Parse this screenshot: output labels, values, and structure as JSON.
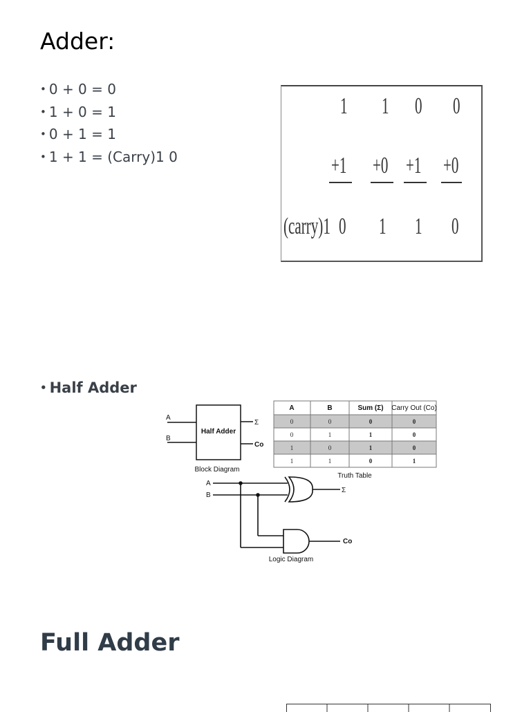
{
  "title": "Adder:",
  "bullets": [
    "0 + 0 = 0",
    "1 + 0 = 1",
    "0 + 1 = 1",
    "1 + 1 = (Carry)1 0"
  ],
  "bullet_symbol": "•",
  "addition_example": {
    "row1": [
      "1",
      "1",
      "0",
      "0"
    ],
    "row2": [
      "+1",
      "+0",
      "+1",
      "+0"
    ],
    "carry_label": "(carry)1",
    "row3": [
      "0",
      "1",
      "1",
      "0"
    ]
  },
  "half_adder": {
    "bullet": "Half Adder",
    "block": {
      "box_label": "Half Adder",
      "input_a": "A",
      "input_b": "B",
      "output_sum": "Σ",
      "output_carry": "Co",
      "caption": "Block Diagram"
    },
    "truth_table": {
      "headers": [
        "A",
        "B",
        "Sum (Σ)",
        "Carry Out (Co)"
      ],
      "rows": [
        [
          "0",
          "0",
          "0",
          "0"
        ],
        [
          "0",
          "1",
          "1",
          "0"
        ],
        [
          "1",
          "0",
          "1",
          "0"
        ],
        [
          "1",
          "1",
          "0",
          "1"
        ]
      ],
      "caption": "Truth Table"
    },
    "logic": {
      "input_a": "A",
      "input_b": "B",
      "output_sum": "Σ",
      "output_carry": "Co",
      "caption": "Logic Diagram"
    }
  },
  "full_adder_title": "Full Adder",
  "colors": {
    "bullet_text": "#3a4048",
    "heading": "#303c48",
    "table_shade": "#c8c8c8"
  }
}
